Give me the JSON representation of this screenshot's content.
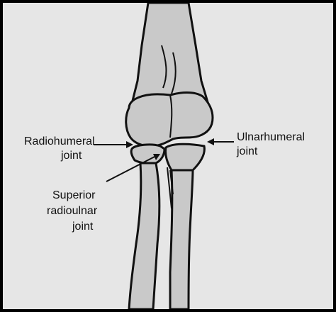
{
  "labels": {
    "radiohumeral_line1": "Radiohumeral",
    "radiohumeral_line2": "joint",
    "ulnarhumeral_line1": "Ulnarhumeral",
    "ulnarhumeral_line2": "joint",
    "superior_line1": "Superior",
    "superior_line2": "radioulnar",
    "superior_line3": "joint"
  },
  "colors": {
    "background": "#e6e6e6",
    "bone_fill": "#c9c9c9",
    "outline": "#111111"
  }
}
